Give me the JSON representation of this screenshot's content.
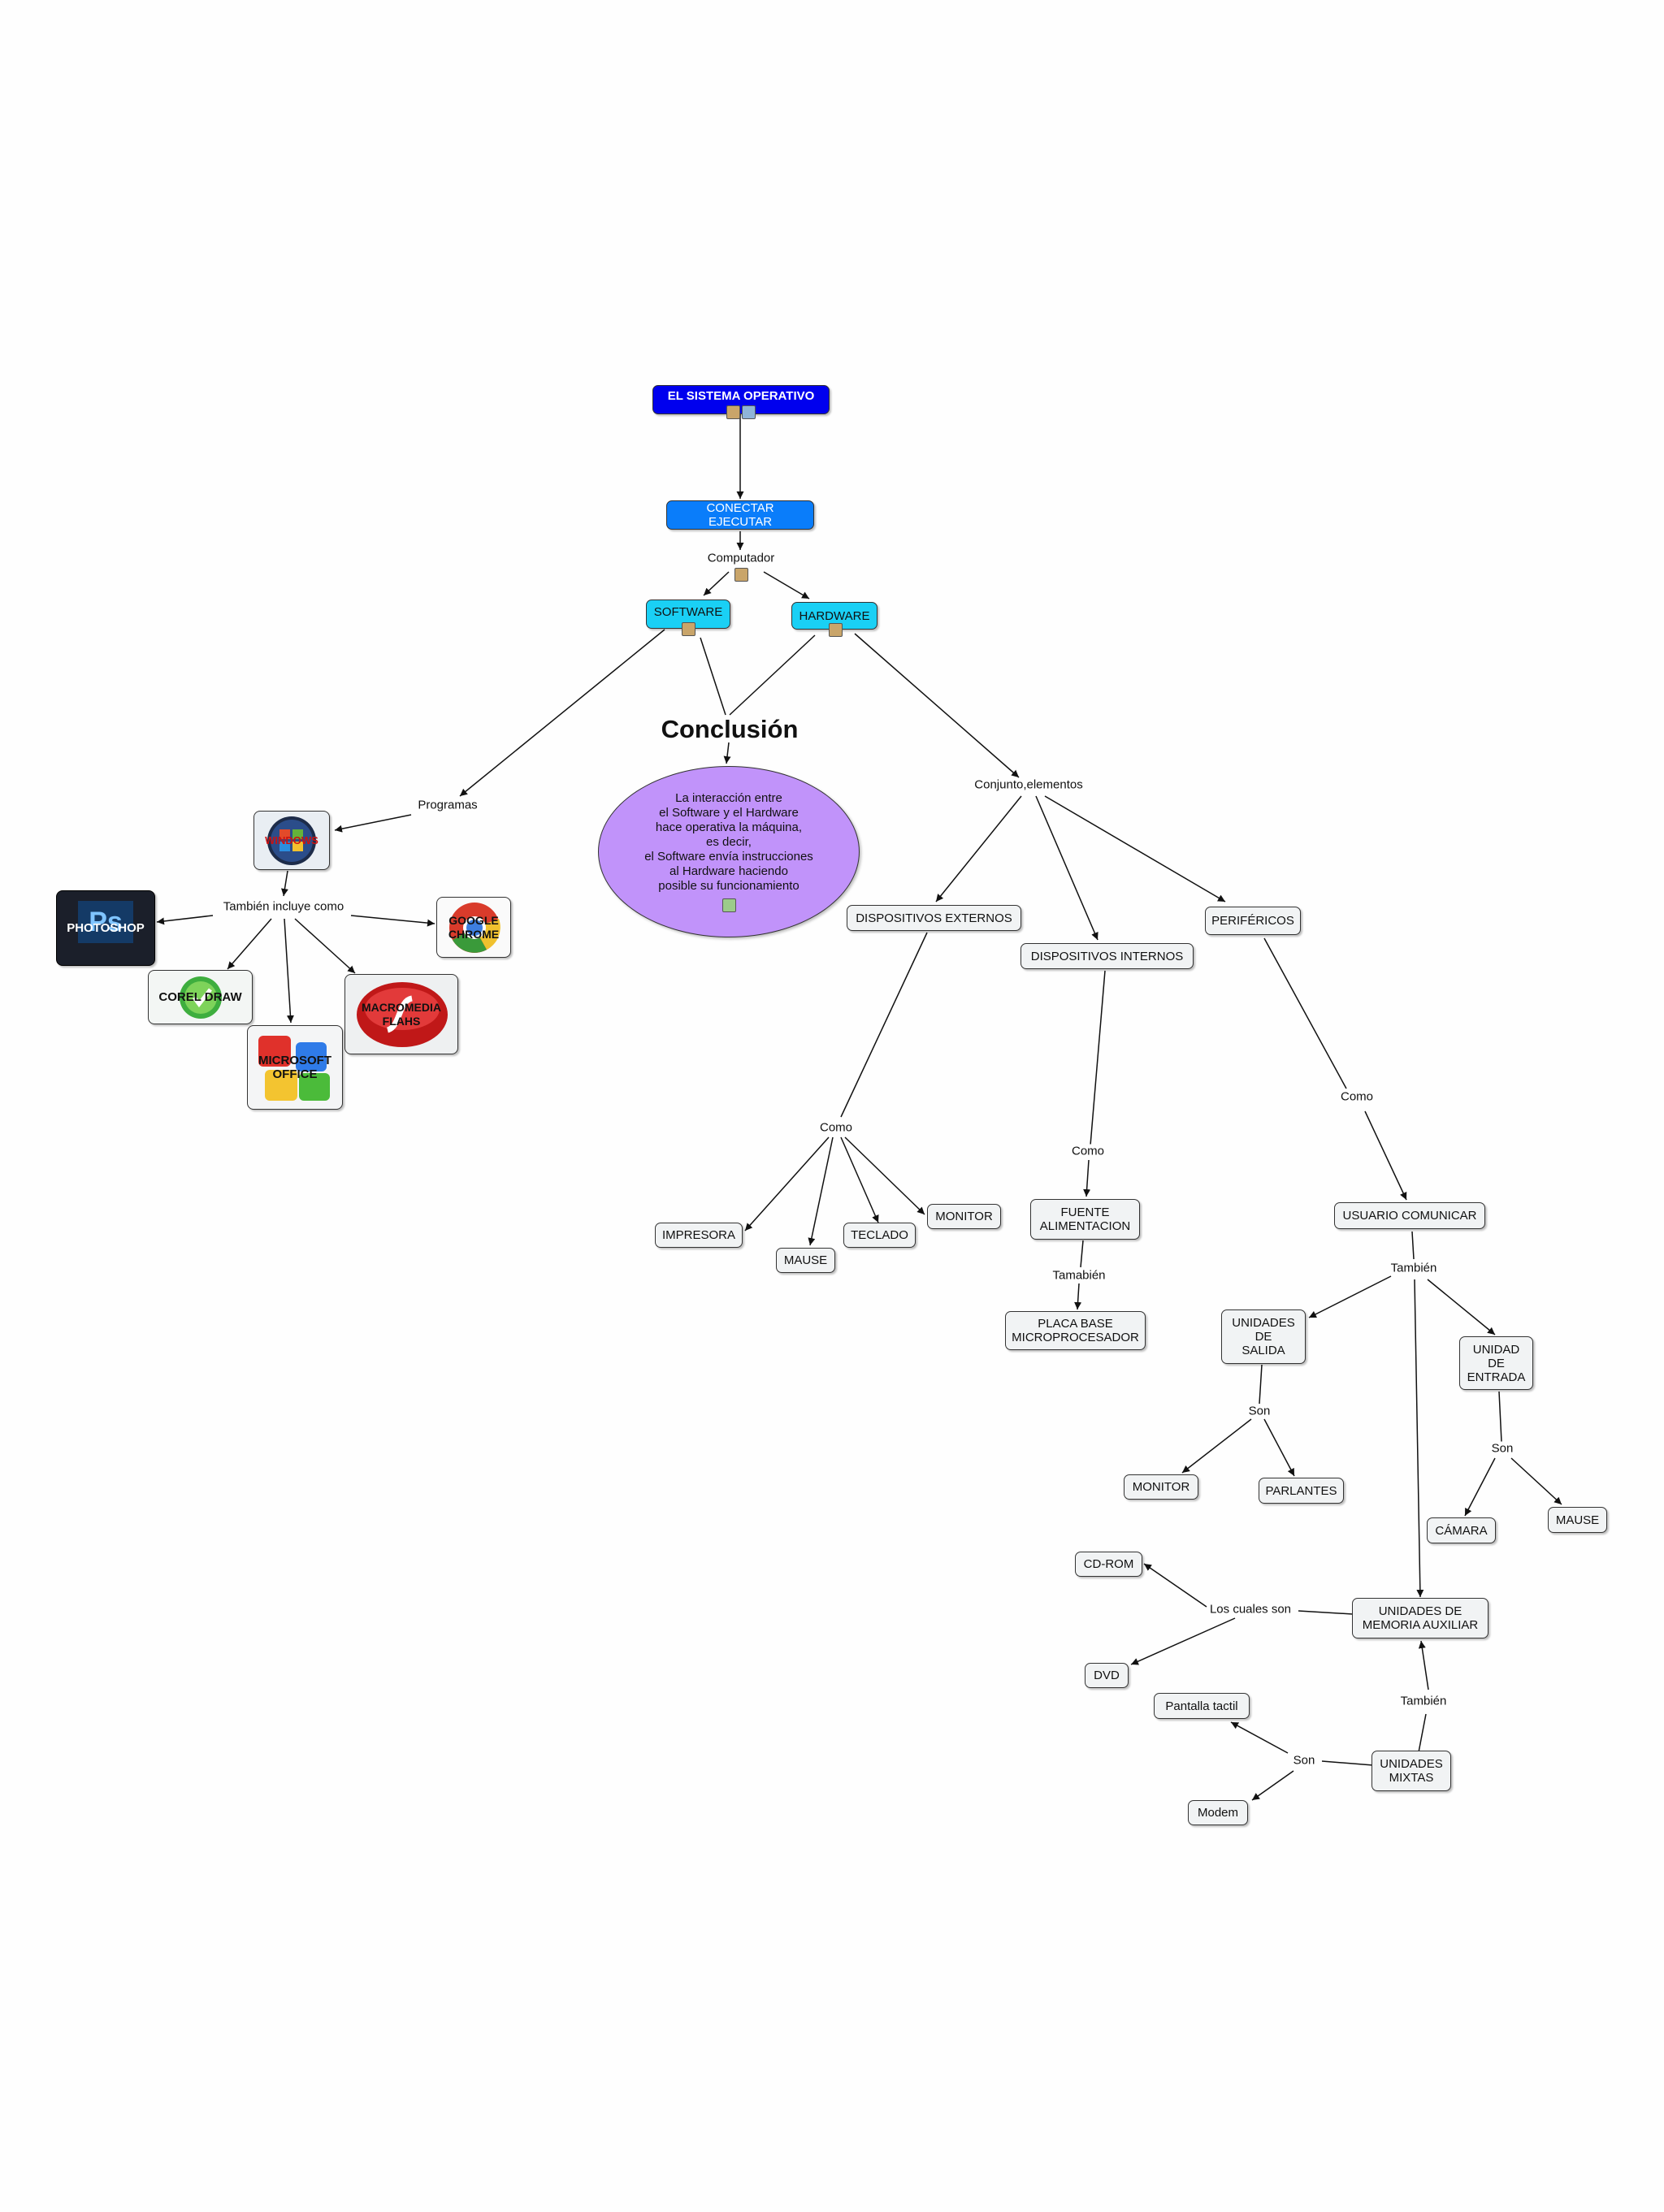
{
  "colors": {
    "root_fill": "#0000ee",
    "level2_fill": "#0a7dfa",
    "level3_fill": "#1ad0f5",
    "node_fill": "#f1f3f4",
    "ellipse_fill": "#c193fa",
    "edge": "#111111"
  },
  "nodes": {
    "root": "EL SISTEMA OPERATIVO",
    "conectar": "CONECTAR EJECUTAR",
    "software": "SOFTWARE",
    "hardware": "HARDWARE",
    "conclusion_text": "La    interacción entre\nel  Software  y  el Hardware\nhace  operativa  la máquina,\nes decir,\nel Software  envía instrucciones\nal    Hardware    haciendo\nposible su funcionamiento",
    "dispositivos_externos": "DISPOSITIVOS EXTERNOS",
    "dispositivos_internos": "DISPOSITIVOS INTERNOS",
    "perifericos": "PERIFÉRICOS",
    "impresora": "IMPRESORA",
    "mause_ext": "MAUSE",
    "teclado": "TECLADO",
    "monitor_ext": "MONITOR",
    "fuente": "FUENTE\nALIMENTACION",
    "placa": "PLACA BASE\nMICROPROCESADOR",
    "usuario": "USUARIO COMUNICAR",
    "unidades_salida": "UNIDADES\nDE\nSALIDA",
    "unidad_entrada": "UNIDAD\nDE\nENTRADA",
    "monitor_sal": "MONITOR",
    "parlantes": "PARLANTES",
    "camara": "CÁMARA",
    "mause_ent": "MAUSE",
    "memoria": "UNIDADES DE\nMEMORIA AUXILIAR",
    "cdrom": "CD-ROM",
    "dvd": "DVD",
    "pantalla": "Pantalla tactil",
    "modem": "Modem",
    "mixtas": "UNIDADES\nMIXTAS"
  },
  "image_nodes": {
    "windows": "WINDOWS",
    "photoshop": "PHOTOSHOP",
    "chrome": "GOOGLE\nCHROME",
    "corel": "COREL DRAW",
    "macromedia": "MACROMEDIA\nFLAHS",
    "office": "MICROSOFT\nOFFICE"
  },
  "title": "Conclusión",
  "labels": {
    "computador": "Computador",
    "programas": "Programas",
    "tambien_incluye": "También incluye como",
    "conjunto": "Conjunto,elementos",
    "como_ext": "Como",
    "como_int": "Como",
    "como_per": "Como",
    "tambien_int": "Tamabién",
    "tambien_usr": "También",
    "son_sal": "Son",
    "son_ent": "Son",
    "los_cuales": "Los cuales son",
    "tambien_mix": "También",
    "son_mix": "Son"
  }
}
